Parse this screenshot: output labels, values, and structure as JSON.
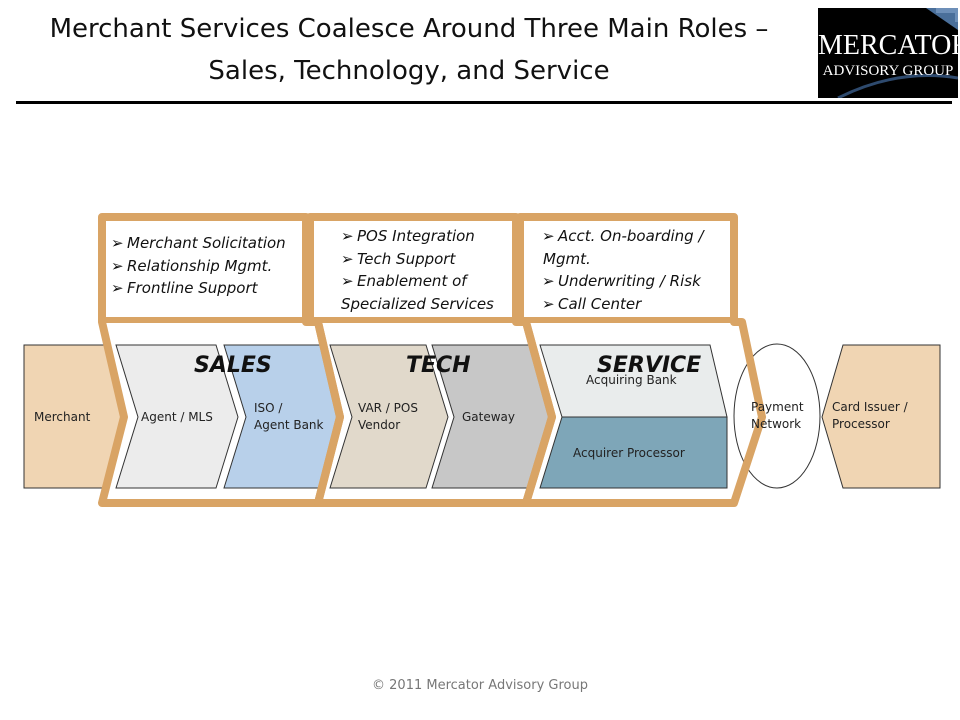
{
  "title": {
    "line1": "Merchant Services Coalesce Around Three Main Roles –",
    "line2": "Sales, Technology, and Service"
  },
  "logo": {
    "name": "MERCATOR",
    "subtitle": "ADVISORY GROUP"
  },
  "roles": {
    "sales": {
      "label": "SALES",
      "bullets": [
        "Merchant Solicitation",
        "Relationship Mgmt.",
        "Frontline Support"
      ]
    },
    "tech": {
      "label": "TECH",
      "bullets": [
        "POS Integration",
        "Tech Support",
        "Enablement of",
        "Specialized Services"
      ]
    },
    "service": {
      "label": "SERVICE",
      "bullets": [
        "Acct. On-boarding /",
        "Mgmt.",
        "Underwriting / Risk",
        "Call Center"
      ]
    }
  },
  "chain": {
    "merchant": "Merchant",
    "agent": "Agent / MLS",
    "iso_line1": "ISO /",
    "iso_line2": "Agent Bank",
    "var_line1": "VAR / POS",
    "var_line2": "Vendor",
    "gateway": "Gateway",
    "acquiring_bank": "Acquiring Bank",
    "acquirer_processor": "Acquirer Processor",
    "network_line1": "Payment",
    "network_line2": "Network",
    "issuer_line1": "Card Issuer /",
    "issuer_line2": "Processor"
  },
  "footer": {
    "copyright": "© 2011 Mercator Advisory Group"
  },
  "colors": {
    "frame": "#d9a465",
    "merchant": "#f0d5b3",
    "agent": "#ececec",
    "iso": "#b8d0ea",
    "var": "#e1d9cb",
    "gateway": "#c7c7c7",
    "acquiring_bank": "#e9ecec",
    "acquirer_processor": "#7ea6b8"
  }
}
